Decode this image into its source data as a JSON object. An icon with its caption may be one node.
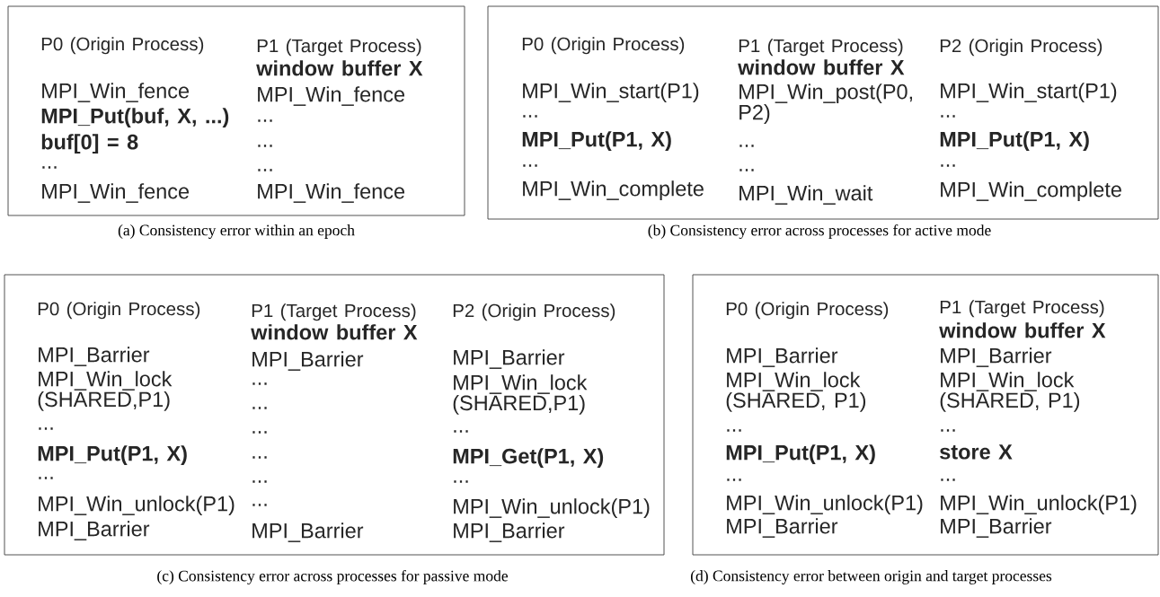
{
  "diagram": {
    "nodes": [
      {
        "text": [
          "P0 (Origin Process)",
          "MPI_Win_fence",
          "MPI_Put(buf, X, ...)",
          "buf[0] = 8",
          "...",
          "MPI_Win_fence",
          "P1 (Target Process)",
          "window buffer X",
          "MPI_Win_fence",
          "...",
          "...",
          "...",
          "MPI_Win_fence"
        ],
        "beside": [
          "(a) Consistency error within an epoch"
        ]
      },
      {
        "text": [
          "P0 (Origin Process)",
          "MPI_Win_start(P1)",
          "...",
          "MPI_Put(P1, X)",
          "...",
          "MPI_Win_complete",
          "P1 (Target Process)",
          "window buffer X",
          "MPI_Win_post(P0, P2)",
          "...",
          "...",
          "MPI_Win_wait",
          "P2 (Origin Process)",
          "MPI_Win_start(P1)",
          "...",
          "MPI_Put(P1, X)",
          "...",
          "MPI_Win_complete"
        ],
        "beside": [
          "(b) Consistency error across processes for active mode"
        ]
      },
      {
        "text": [
          "P0 (Origin Process)",
          "MPI_Barrier",
          "MPI_Win_lock (SHARED,P1)",
          "...",
          "MPI_Put(P1, X)",
          "...",
          "MPI_Win_unlock(P1)",
          "MPI_Barrier",
          "P1 (Target Process)",
          "window buffer X",
          "MPI_Barrier",
          "...",
          "...",
          "...",
          "...",
          "...",
          "...",
          "MPI_Barrier",
          "P2 (Origin Process)",
          "MPI_Barrier",
          "MPI_Win_lock (SHARED,P1)",
          "...",
          "MPI_Get(P1, X)",
          "...",
          "MPI_Win_unlock(P1)",
          "MPI_Barrier"
        ],
        "beside": [
          "(c) Consistency error across processes for passive mode"
        ]
      },
      {
        "text": [
          "P0 (Origin Process)",
          "MPI_Barrier",
          "MPI_Win_lock (SHARED, P1)",
          "...",
          "MPI_Put(P1, X)",
          "...",
          "MPI_Win_unlock(P1)",
          "MPI_Barrier",
          "P1 (Target Process)",
          "window buffer X",
          "MPI_Barrier",
          "MPI_Win_lock (SHARED, P1)",
          "...",
          "store X",
          "...",
          "MPI_Win_unlock(P1)",
          "MPI_Barrier"
        ],
        "beside": [
          "(d) Consistency error between origin and target processes"
        ]
      }
    ]
  }
}
